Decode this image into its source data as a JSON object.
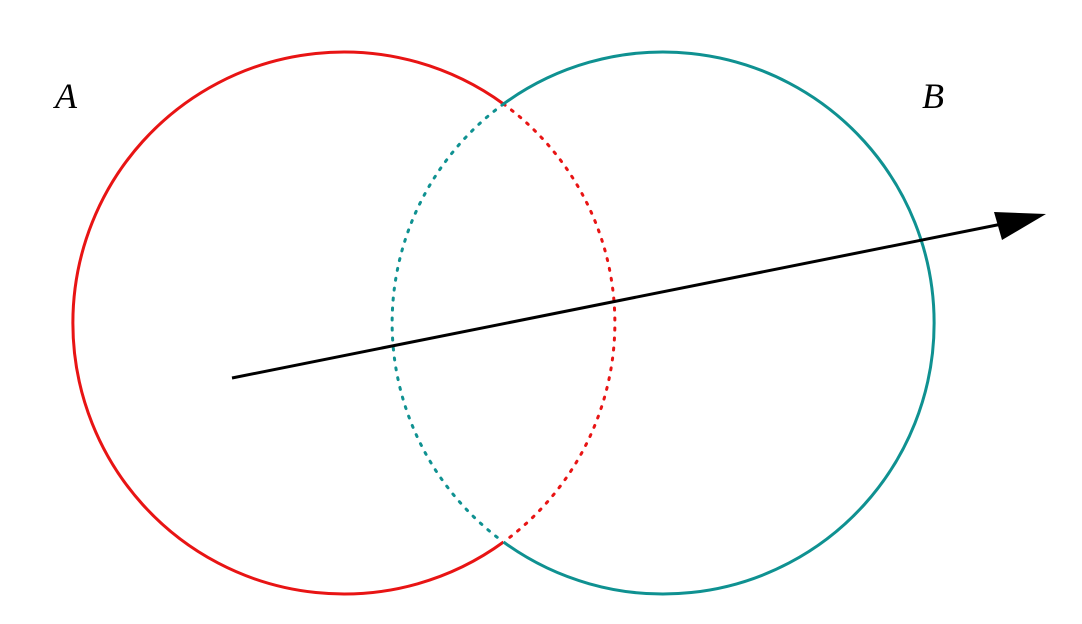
{
  "diagram": {
    "labels": {
      "a": "A",
      "b": "B"
    },
    "colors": {
      "circle_a": "#e81414",
      "circle_b": "#0f9191",
      "arrow": "#000000"
    },
    "line_styles": {
      "outer_arcs": "solid",
      "inner_arcs": "dotted"
    },
    "arrow_direction": "left-to-right"
  }
}
